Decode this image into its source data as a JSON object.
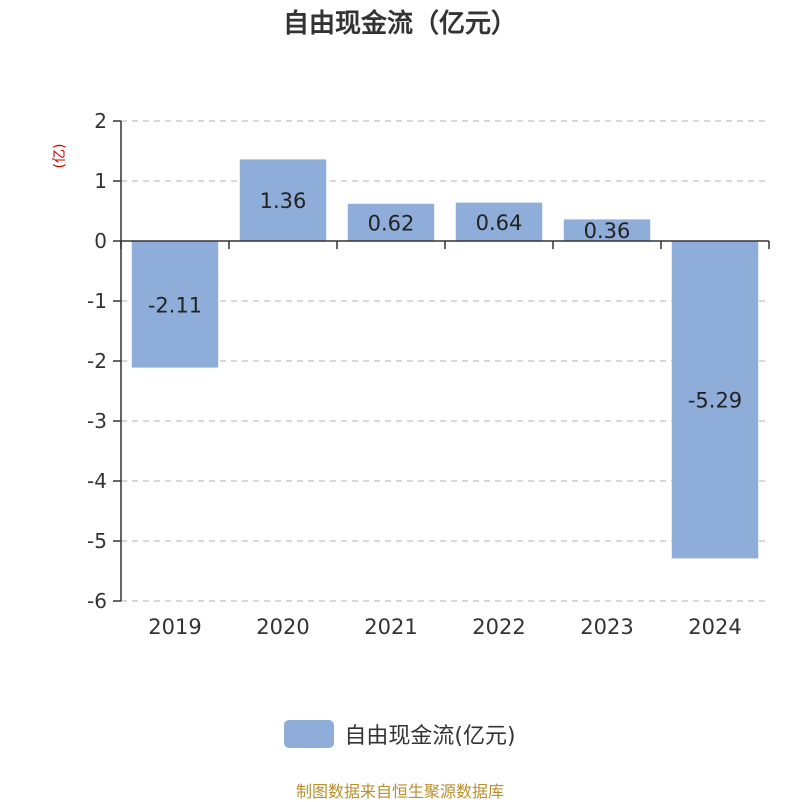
{
  "chart_data": {
    "type": "bar",
    "title": "自由现金流（亿元）",
    "ylabel": "(亿)",
    "xlabel": "",
    "categories": [
      "2019",
      "2020",
      "2021",
      "2022",
      "2023",
      "2024"
    ],
    "series": [
      {
        "name": "自由现金流(亿元)",
        "values": [
          -2.11,
          1.36,
          0.62,
          0.64,
          0.36,
          -5.29
        ],
        "data_labels": [
          "-2.11",
          "1.36",
          "0.62",
          "0.64",
          "0.36",
          "-5.29"
        ]
      }
    ],
    "ylim": [
      -6,
      2
    ],
    "yticks": [
      2,
      1,
      0,
      -1,
      -2,
      -3,
      -4,
      -5,
      -6
    ],
    "grid": true,
    "legend_position": "bottom",
    "colors": {
      "bar": "#8eadd9",
      "grid": "#cccccc",
      "axis": "#333333",
      "ylabel": "#cc0000"
    }
  },
  "footer": {
    "source": "制图数据来自恒生聚源数据库"
  }
}
